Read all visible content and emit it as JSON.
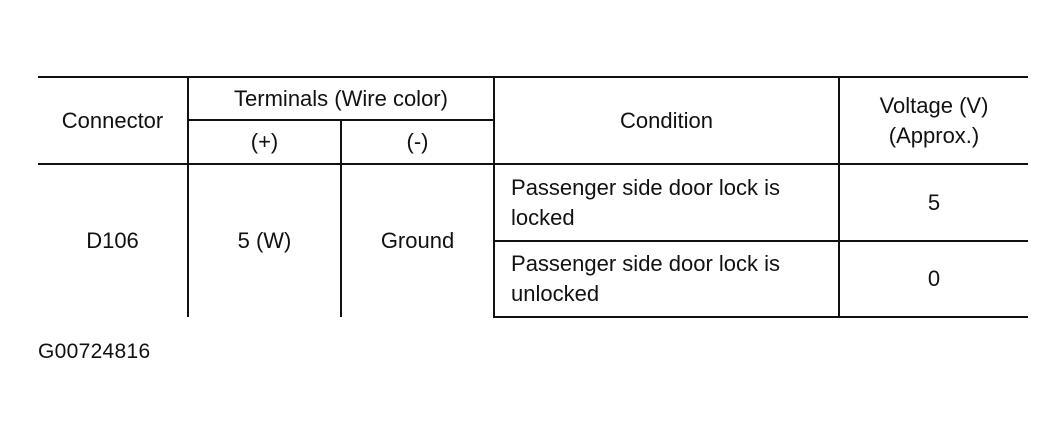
{
  "table": {
    "headers": {
      "connector": "Connector",
      "terminals": "Terminals (Wire color)",
      "plus": "(+)",
      "minus": "(-)",
      "condition": "Condition",
      "voltage_line1": "Voltage (V)",
      "voltage_line2": "(Approx.)"
    },
    "rows": [
      {
        "connector": "D106",
        "plus": "5 (W)",
        "minus": "Ground",
        "conditions": [
          {
            "text_line1": "Passenger side door lock is",
            "text_line2": "locked",
            "voltage": "5"
          },
          {
            "text_line1": "Passenger side door lock is",
            "text_line2": "unlocked",
            "voltage": "0"
          }
        ]
      }
    ]
  },
  "figure_code": "G00724816"
}
